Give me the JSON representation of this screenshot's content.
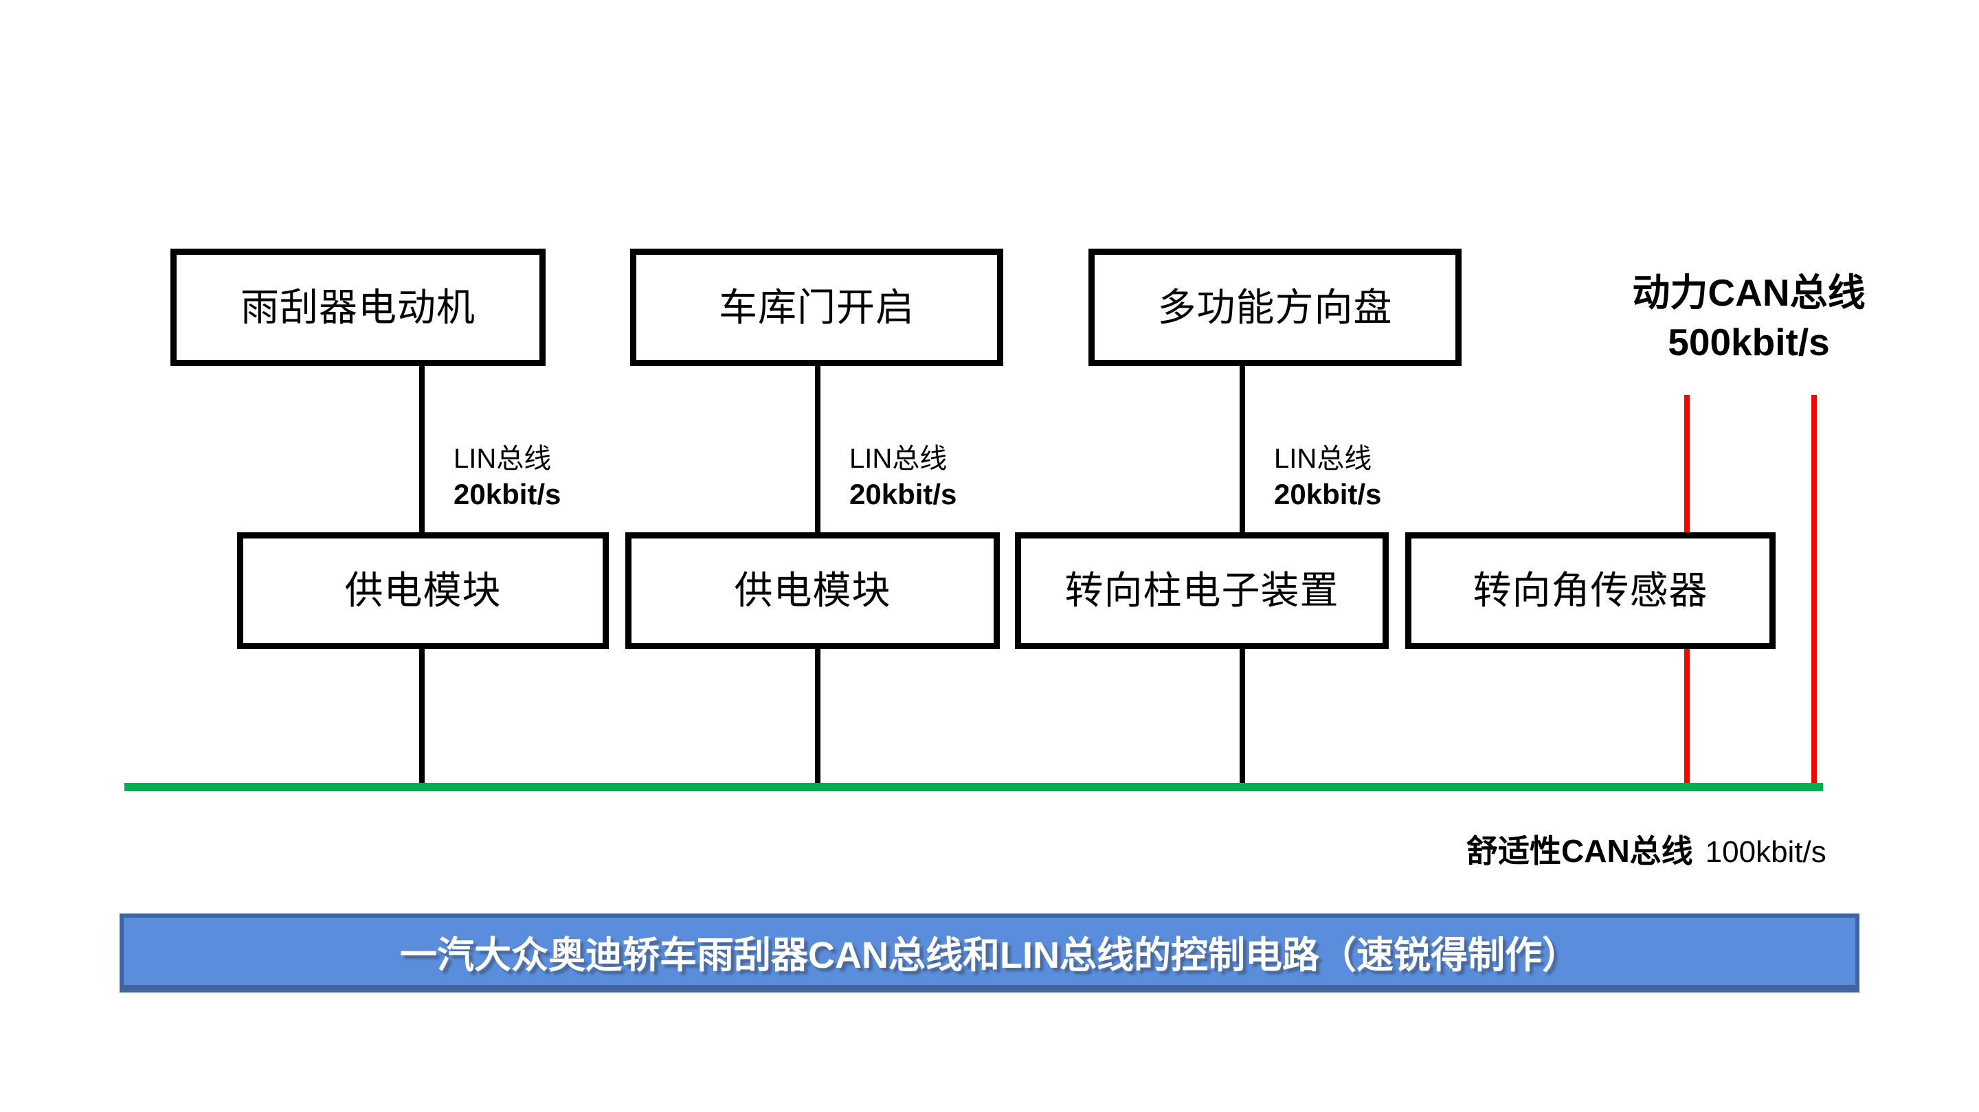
{
  "diagram": {
    "top_boxes": [
      {
        "label": "雨刮器电动机"
      },
      {
        "label": "车库门开启"
      },
      {
        "label": "多功能方向盘"
      }
    ],
    "middle_boxes": [
      {
        "label": "供电模块"
      },
      {
        "label": "供电模块"
      },
      {
        "label": "转向柱电子装置"
      },
      {
        "label": "转向角传感器"
      }
    ],
    "lin_links": [
      {
        "bus": "LIN总线",
        "rate": "20kbit/s"
      },
      {
        "bus": "LIN总线",
        "rate": "20kbit/s"
      },
      {
        "bus": "LIN总线",
        "rate": "20kbit/s"
      }
    ],
    "power_can": {
      "name": "动力CAN总线",
      "rate": "500kbit/s"
    },
    "comfort_can": {
      "name": "舒适性CAN总线",
      "rate": "100kbit/s"
    },
    "banner": {
      "title": "一汽大众奥迪轿车雨刮器CAN总线和LIN总线的控制电路（速锐得制作）"
    }
  },
  "colors": {
    "lin_bus": "#000000",
    "power_can_bus": "#ff0000",
    "comfort_can_bus": "#00b050",
    "banner_bg": "#5a8edd",
    "banner_border": "#40659e",
    "banner_text": "#ffffff"
  }
}
